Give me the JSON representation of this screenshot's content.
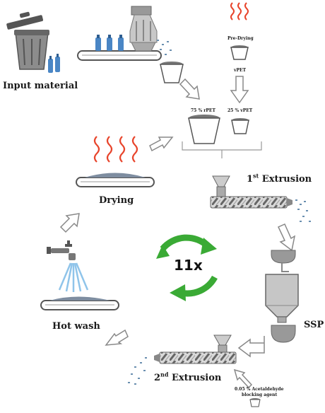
{
  "labels": {
    "input_material": "Input material",
    "pre_drying": "Pre-Drying",
    "vpet": "vPET",
    "rpet_75": "75 % rPET",
    "vpet_25": "25 % vPET",
    "extrusion1_num": "1",
    "extrusion1_sup": "st",
    "extrusion1_word": "Extrusion",
    "drying": "Drying",
    "cycles": "11x",
    "ssp": "SSP",
    "hot_wash": "Hot wash",
    "extrusion2_num": "2",
    "extrusion2_sup": "nd",
    "extrusion2_word": "Extrusion",
    "agent_line1": "0.05 % Acetaldehyde",
    "agent_line2": "blocking agent"
  },
  "colors": {
    "gray_dark": "#555555",
    "gray_mid": "#8c8c8c",
    "gray_light": "#cfcfcf",
    "heat_red": "#e8452c",
    "recycle_green": "#3aaa35",
    "bottle_blue": "#4a86c5",
    "water_blue": "#8fc4ea"
  }
}
